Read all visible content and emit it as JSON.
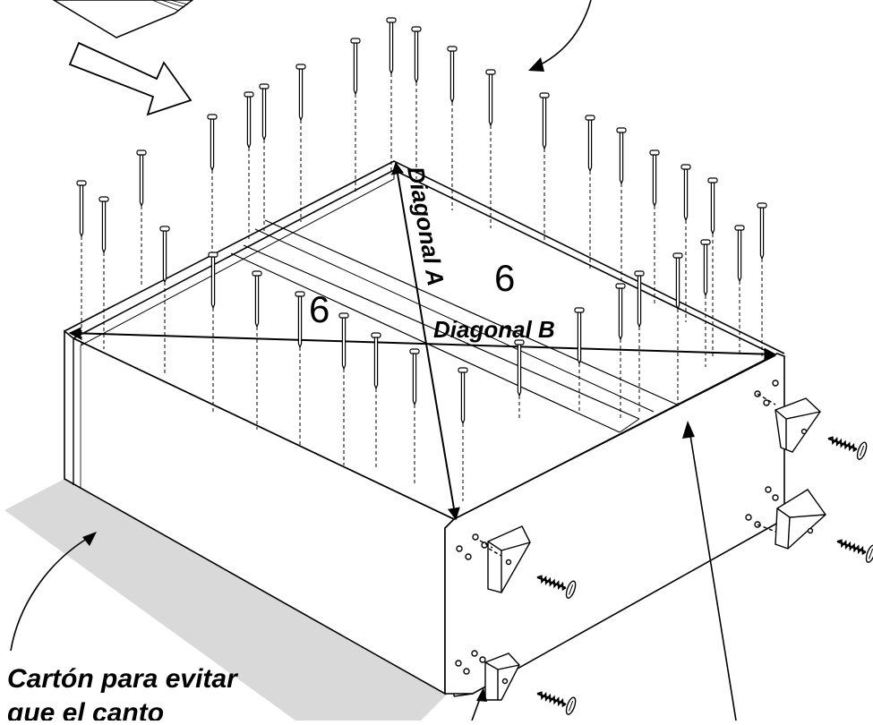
{
  "labels": {
    "diagonal_a": "Diagonal A",
    "diagonal_b": "Diagonal B",
    "panel_number_left": "6",
    "panel_number_right": "6",
    "caption_line1": "Cartón para evitar",
    "caption_line2": "que el canto"
  },
  "colors": {
    "ink": "#000000",
    "cardboard": "#d9d9d9",
    "paper": "#ffffff"
  },
  "icons": [
    "nail-icon",
    "screw-icon",
    "corner-bracket-icon",
    "arrow-icon"
  ]
}
